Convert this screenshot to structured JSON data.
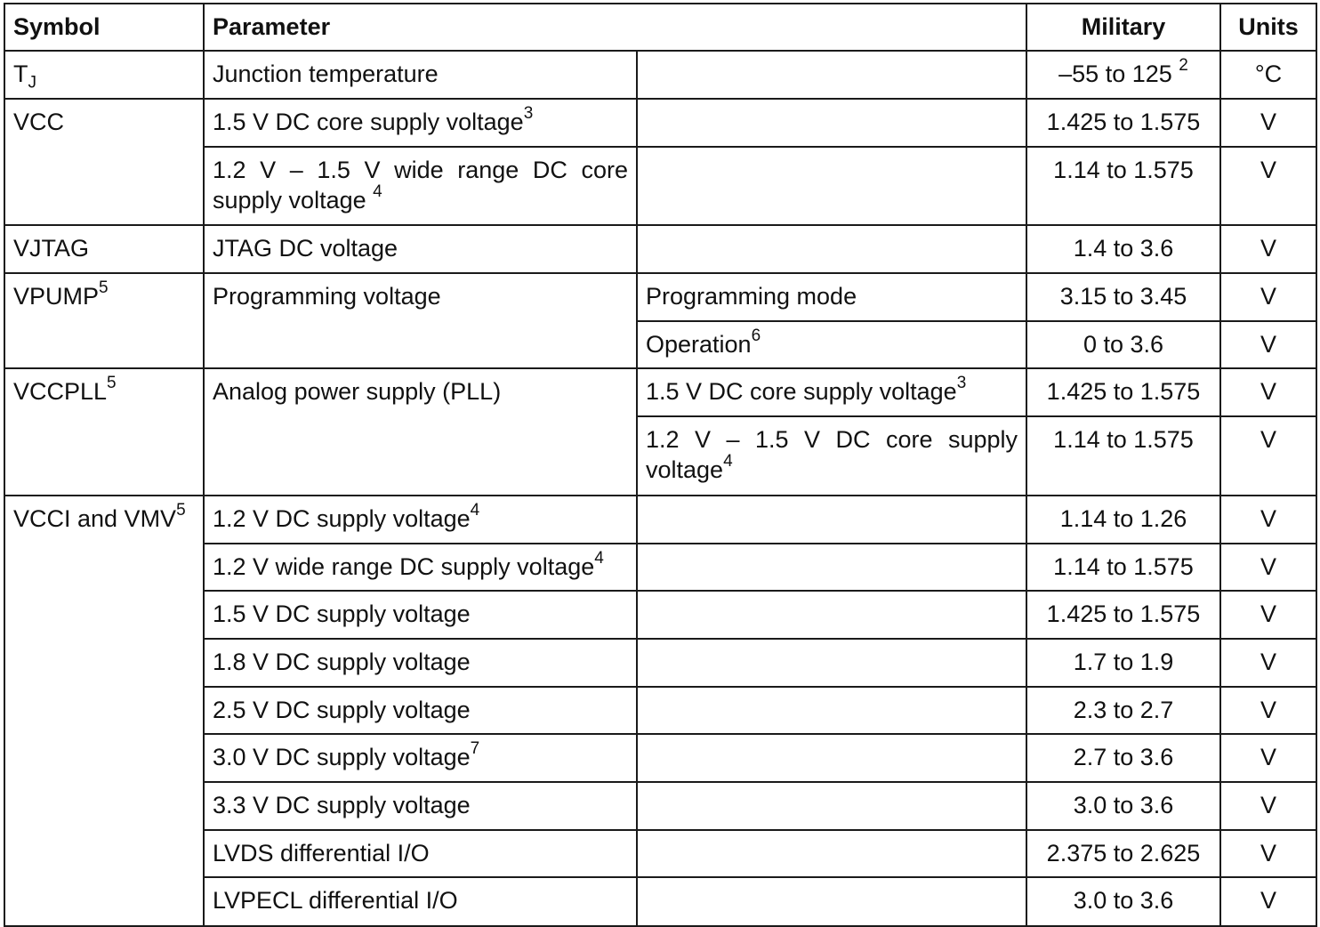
{
  "header": {
    "symbol": "Symbol",
    "parameter": "Parameter",
    "military": "Military",
    "units": "Units"
  },
  "rows": {
    "tj": {
      "symbol_main": "T",
      "symbol_sub": "J",
      "parameter": "Junction temperature",
      "military": "–55 to 125",
      "military_note": "2",
      "units": "°C"
    },
    "vcc": {
      "symbol": "VCC",
      "r1": {
        "parameter": "1.5 V DC core supply voltage",
        "note": "3",
        "military": "1.425 to 1.575",
        "units": "V"
      },
      "r2": {
        "parameter": "1.2 V – 1.5 V wide range DC core supply voltage",
        "note": "4",
        "military": "1.14 to 1.575",
        "units": "V"
      }
    },
    "vjtag": {
      "symbol": "VJTAG",
      "parameter": "JTAG DC voltage",
      "military": "1.4 to 3.6",
      "units": "V"
    },
    "vpump": {
      "symbol": "VPUMP",
      "symbol_note": "5",
      "parameter": "Programming voltage",
      "r1": {
        "condition": "Programming mode",
        "military": "3.15 to 3.45",
        "units": "V"
      },
      "r2": {
        "condition": "Operation",
        "condition_note": "6",
        "military": "0 to 3.6",
        "units": "V"
      }
    },
    "vccpll": {
      "symbol": "VCCPLL",
      "symbol_note": "5",
      "parameter": "Analog power supply (PLL)",
      "r1": {
        "condition": "1.5 V DC core supply voltage",
        "condition_note": "3",
        "military": "1.425 to 1.575",
        "units": "V"
      },
      "r2": {
        "condition": "1.2 V – 1.5 V DC core supply voltage",
        "condition_note": "4",
        "military": "1.14 to 1.575",
        "units": "V"
      }
    },
    "vcci": {
      "symbol": "VCCI and VMV",
      "symbol_note": "5",
      "items": [
        {
          "parameter": "1.2 V DC supply voltage",
          "note": "4",
          "military": "1.14 to 1.26",
          "units": "V"
        },
        {
          "parameter": "1.2 V wide range DC supply voltage",
          "note": "4",
          "military": "1.14 to 1.575",
          "units": "V"
        },
        {
          "parameter": "1.5 V DC supply voltage",
          "note": "",
          "military": "1.425 to 1.575",
          "units": "V"
        },
        {
          "parameter": "1.8 V DC supply voltage",
          "note": "",
          "military": "1.7 to 1.9",
          "units": "V"
        },
        {
          "parameter": "2.5 V DC supply voltage",
          "note": "",
          "military": "2.3 to 2.7",
          "units": "V"
        },
        {
          "parameter": "3.0 V DC supply voltage",
          "note": "7",
          "military": "2.7 to 3.6",
          "units": "V"
        },
        {
          "parameter": "3.3 V DC supply voltage",
          "note": "",
          "military": "3.0 to 3.6",
          "units": "V"
        },
        {
          "parameter": "LVDS differential I/O",
          "note": "",
          "military": "2.375 to 2.625",
          "units": "V"
        },
        {
          "parameter": "LVPECL differential I/O",
          "note": "",
          "military": "3.0 to 3.6",
          "units": "V"
        }
      ]
    }
  }
}
